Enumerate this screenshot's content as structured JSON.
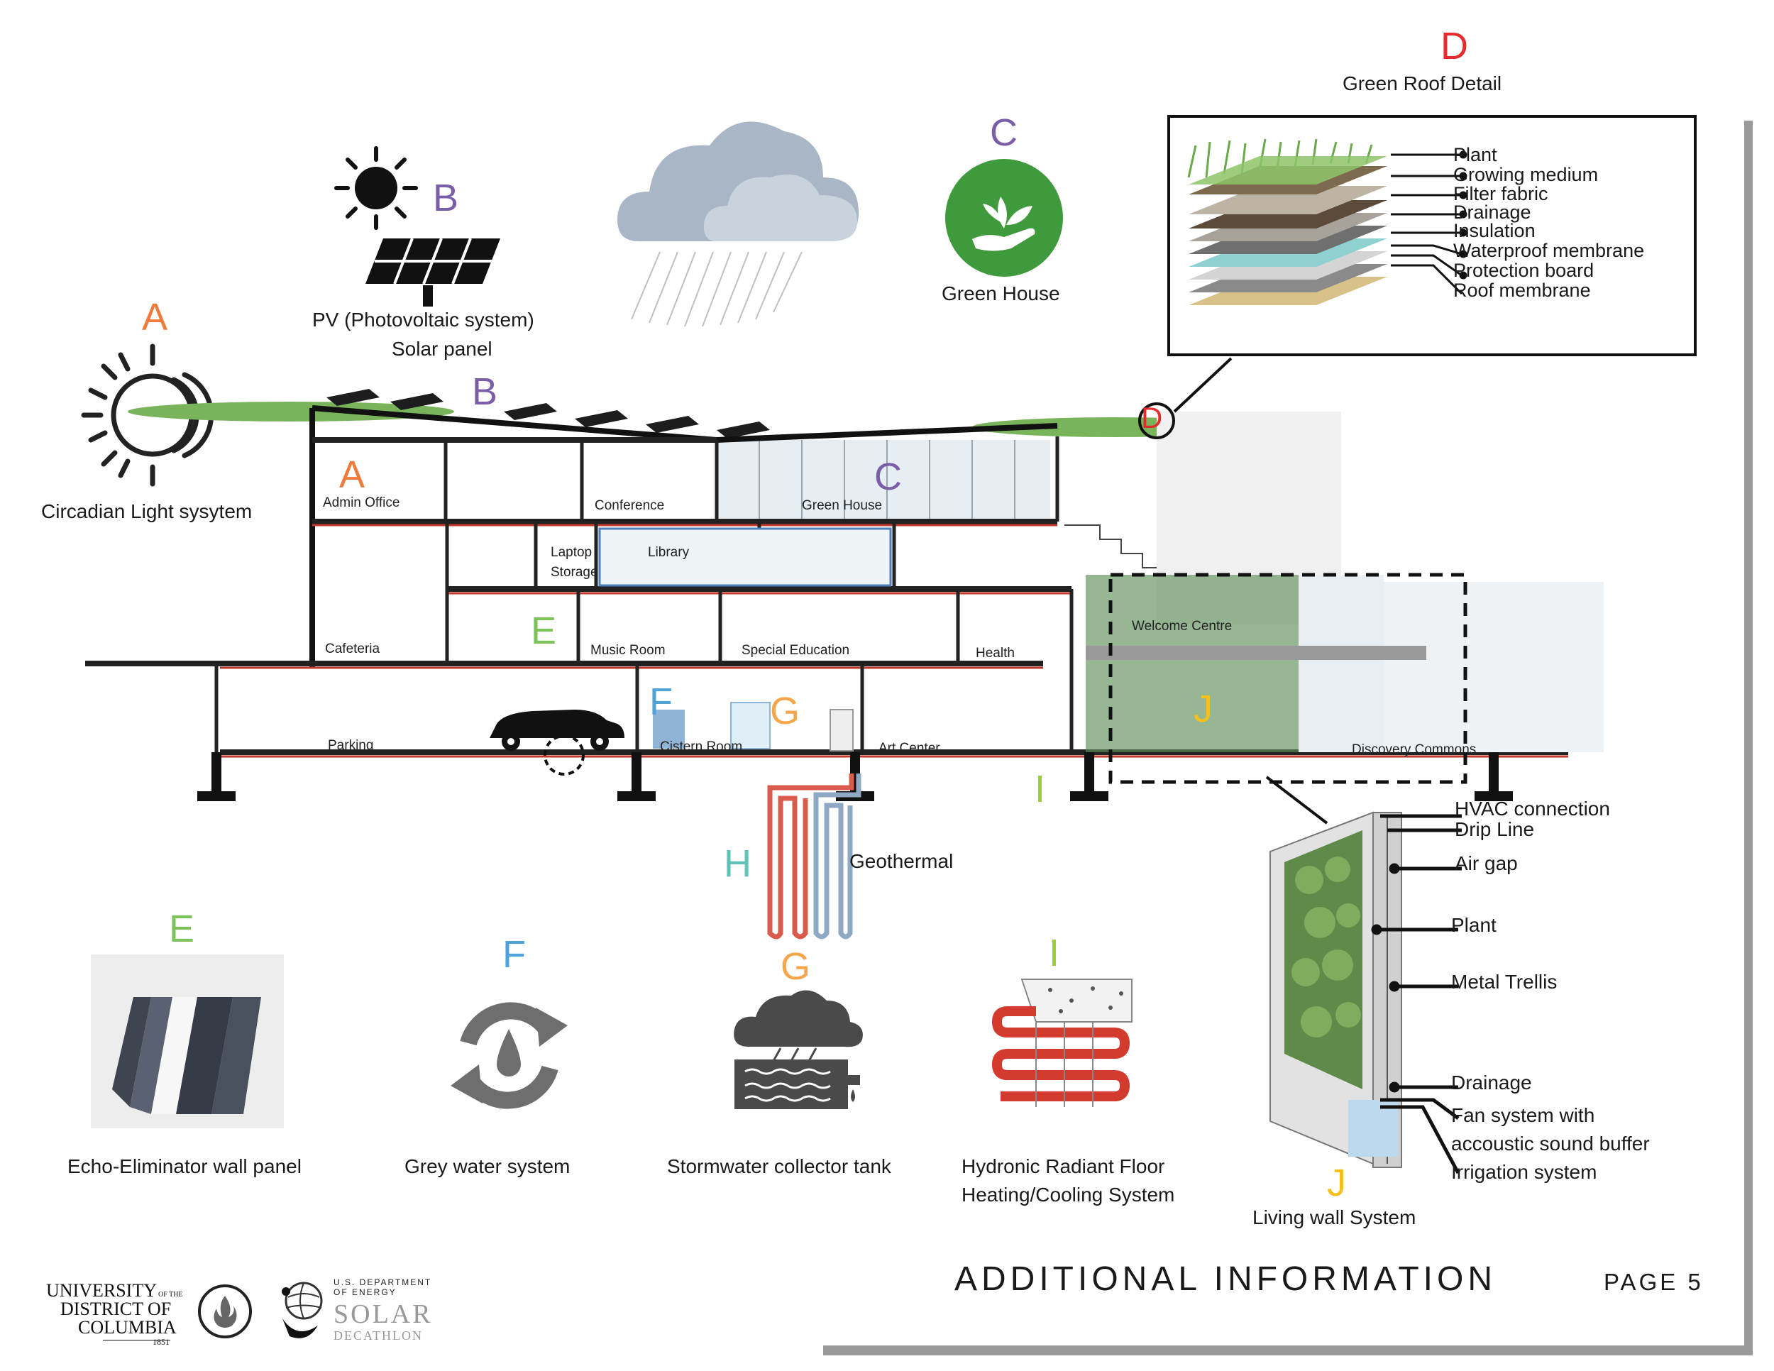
{
  "colors": {
    "A": "#f07a3a",
    "B": "#7b5ea8",
    "C": "#7b5ea8",
    "D": "#e52b2b",
    "E": "#7cc15a",
    "F": "#4fa3d8",
    "G": "#f5a64a",
    "H": "#5fc2b8",
    "I": "#9bcf3a",
    "J": "#f5c01c"
  },
  "letters": {
    "A": "A",
    "B": "B",
    "C": "C",
    "D": "D",
    "E": "E",
    "F": "F",
    "G": "G",
    "H": "H",
    "I": "I",
    "J": "J"
  },
  "top": {
    "circadian": "Circadian Light sysytem",
    "pv_line1": "PV (Photovoltaic system)",
    "pv_line2": "Solar panel",
    "greenhouse": "Green House",
    "green_roof_title": "Green Roof Detail"
  },
  "green_roof_layers": [
    "Plant",
    "Growing medium",
    "Filter fabric",
    "Drainage",
    "Insulation",
    "Waterproof membrane",
    "Protection board",
    "Roof membrane"
  ],
  "rooms": {
    "admin": "Admin Office",
    "conference": "Conference",
    "greenhouse": "Green House",
    "laptop1": "Laptop",
    "laptop2": "Storage",
    "library": "Library",
    "cafeteria": "Cafeteria",
    "music": "Music Room",
    "special": "Special Education",
    "health": "Health",
    "welcome": "Welcome Centre",
    "parking": "Parking",
    "cistern": "Cistern Room",
    "art": "Art Center",
    "discovery": "Discovery Commons"
  },
  "geothermal": "Geothermal",
  "living_wall_labels": [
    "HVAC connection",
    "Drip Line",
    "Air gap",
    "Plant",
    "Metal Trellis",
    "Drainage",
    "Fan system with",
    "accoustic sound buffer",
    "Irrigation system"
  ],
  "living_wall_title": "Living wall System",
  "captions": {
    "E": "Echo-Eliminator wall panel",
    "F": "Grey water system",
    "G": "Stormwater collector tank",
    "I1": "Hydronic Radiant Floor",
    "I2": "Heating/Cooling System"
  },
  "footer": {
    "udc1": "UNIVERSITY",
    "udc_of": "OF THE",
    "udc2": "DISTRICT OF",
    "udc3": "COLUMBIA",
    "udc_year": "1851",
    "doe1": "U.S. DEPARTMENT",
    "doe2": "OF ENERGY",
    "solar": "SOLAR",
    "decathlon": "DECATHLON",
    "title": "ADDITIONAL INFORMATION",
    "page": "PAGE 5"
  }
}
